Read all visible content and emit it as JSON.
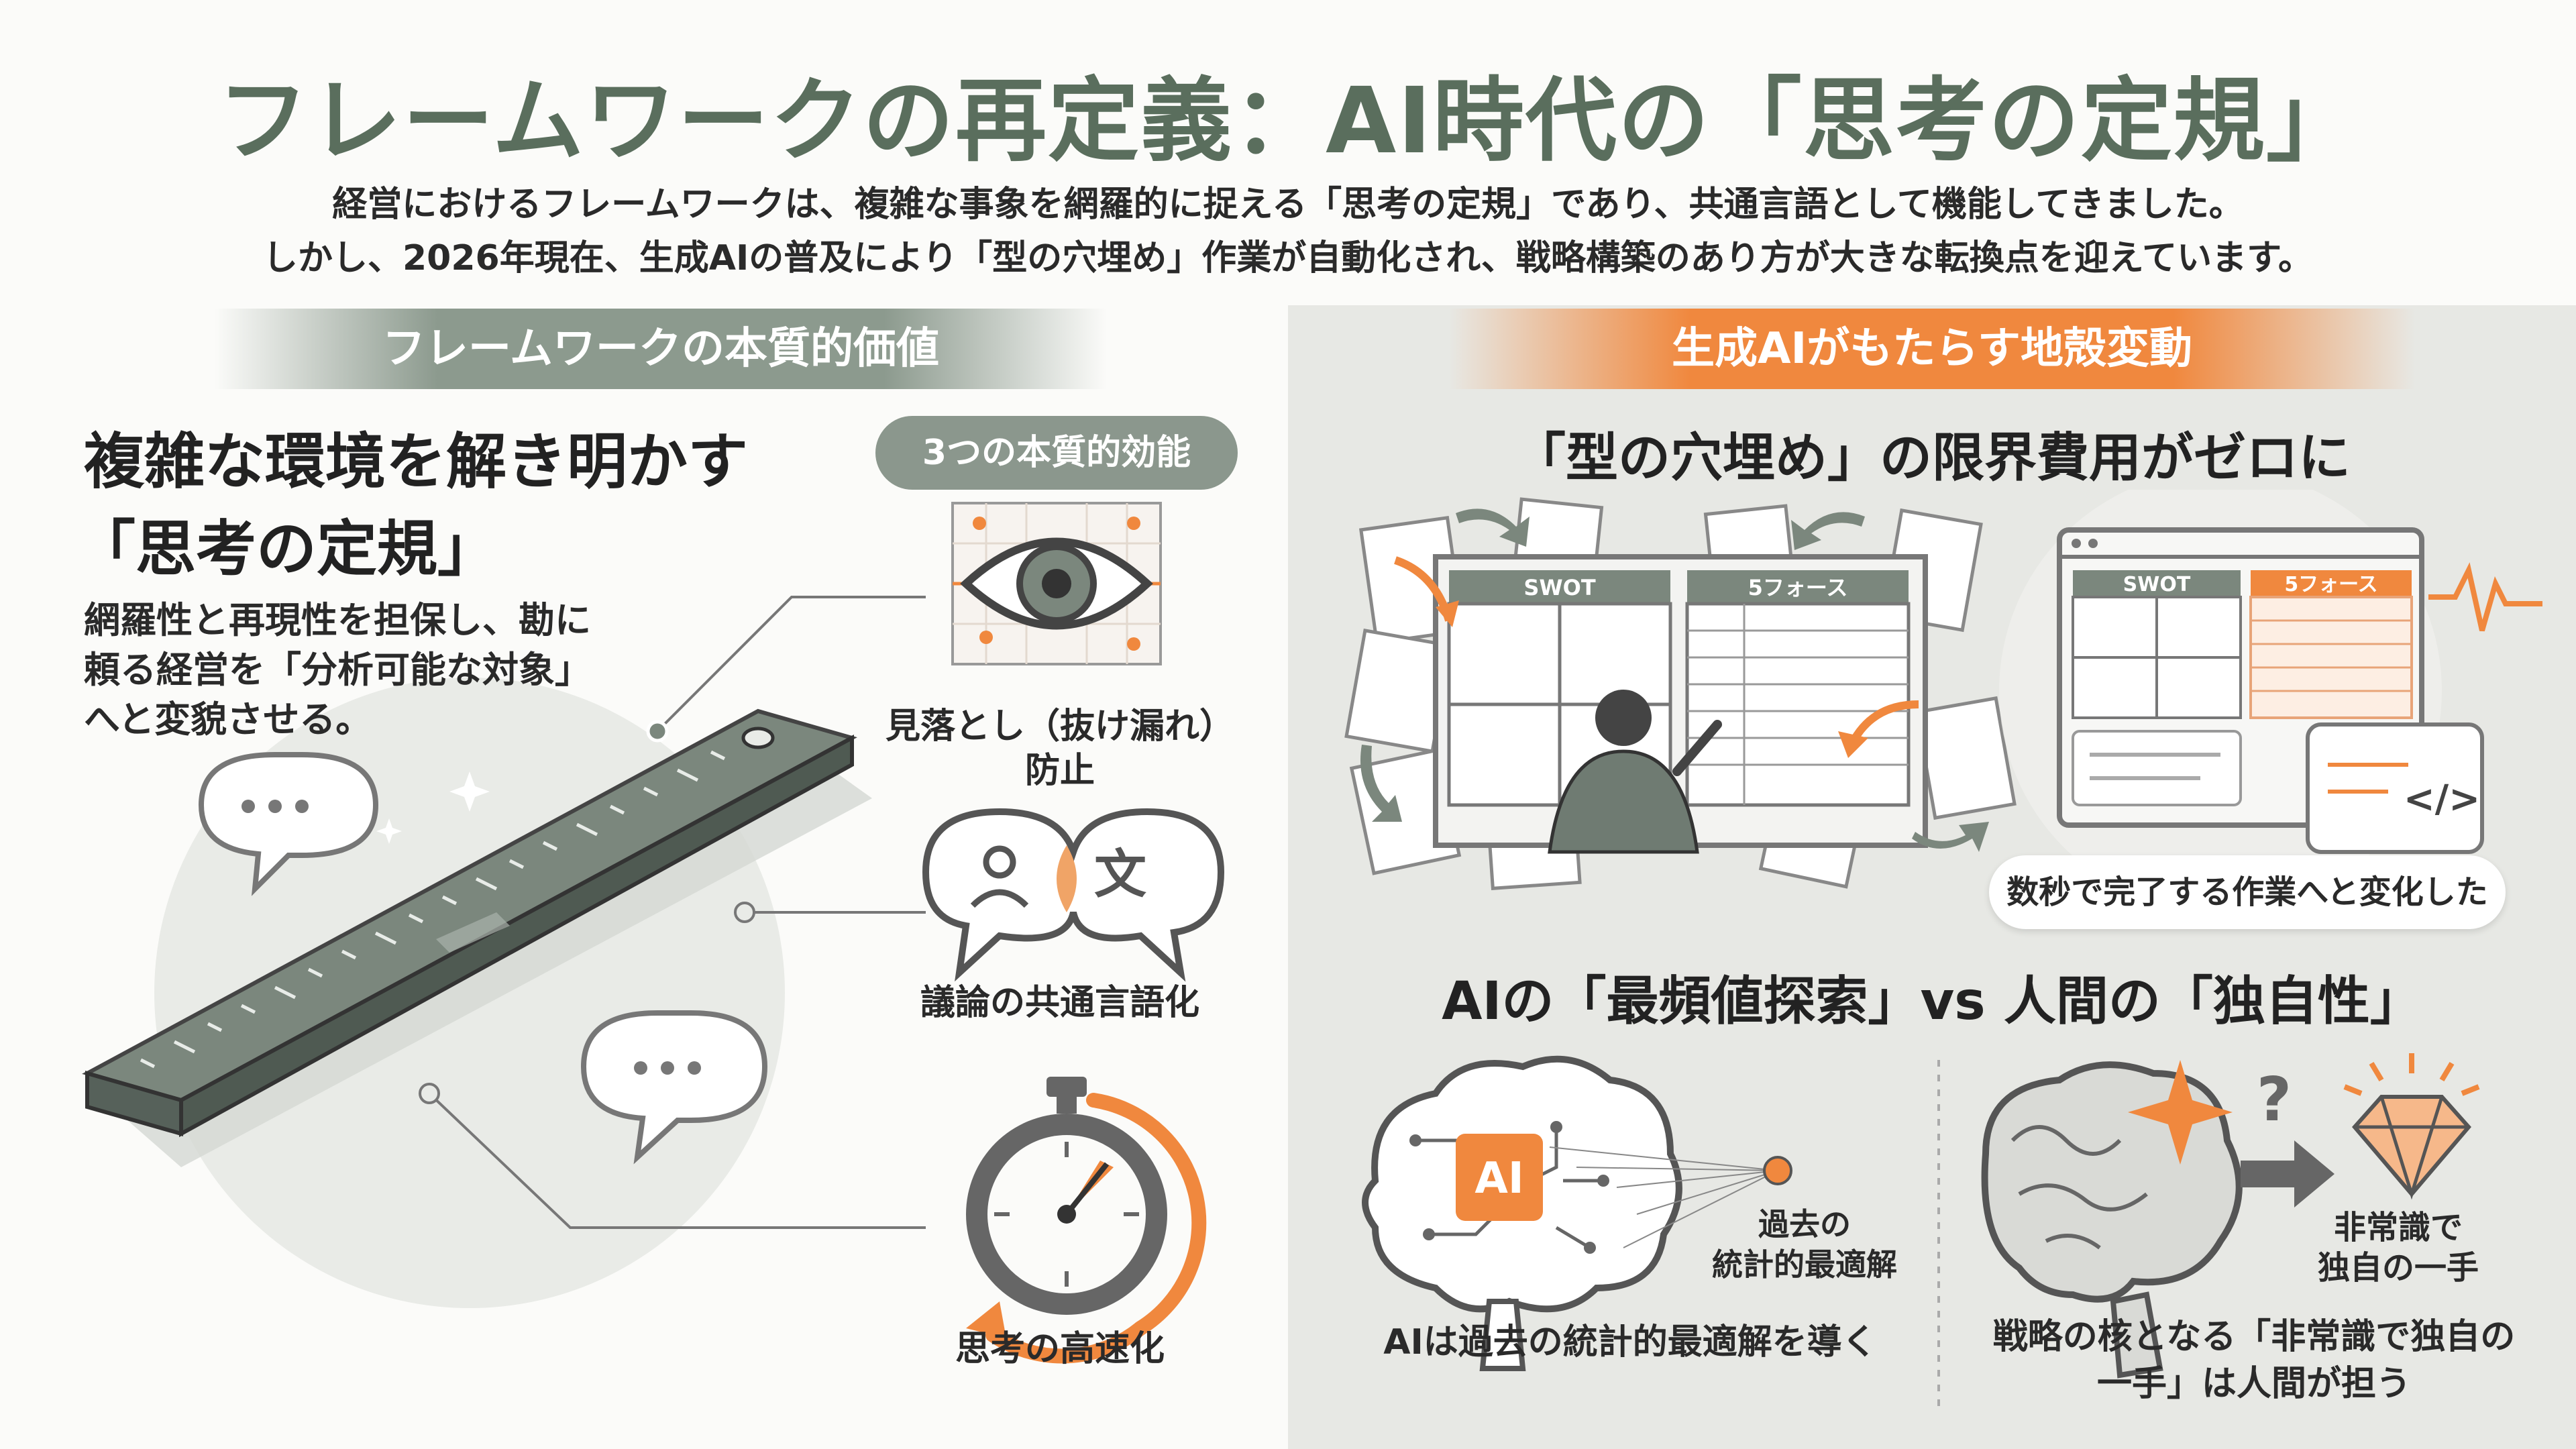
{
  "header": {
    "title": "フレームワークの再定義：AI時代の「思考の定規」",
    "subtitle_line1": "経営におけるフレームワークは、複雑な事象を網羅的に捉える「思考の定規」であり、共通言語として機能してきました。",
    "subtitle_line2": "しかし、2026年現在、生成AIの普及により「型の穴埋め」作業が自動化され、戦略構築のあり方が大きな転換点を迎えています。"
  },
  "left": {
    "band_title": "フレームワークの本質的価値",
    "heading_line1": "複雑な環境を解き明かす",
    "heading_line2": "「思考の定規」",
    "body_line1": "網羅性と再現性を担保し、勘に",
    "body_line2": "頼る経営を「分析可能な対象」",
    "body_line3": "へと変貌させる。",
    "effects_pill": "3つの本質的効能",
    "effect1_line1": "見落とし（抜け漏れ）",
    "effect1_line2": "防止",
    "effect2": "議論の共通言語化",
    "effect3": "思考の高速化",
    "effect2_icon_glyph": "文"
  },
  "right": {
    "band_title": "生成AIがもたらす地殻変動",
    "section1_heading": "「型の穴埋め」の限界費用がゼロに",
    "grid_label_swot": "SWOT",
    "grid_label_5forces": "5フォース",
    "screen_swot": "SWOT",
    "screen_5forces": "5フォース",
    "code_icon_glyph": "</>",
    "result_note": "数秒で完了する作業へと変化した",
    "section2_heading": "AIの「最頻値探索」vs 人間の「独自性」",
    "ai_chip": "AI",
    "target_label_line1": "過去の",
    "target_label_line2": "統計的最適解",
    "ai_caption": "AIは過去の統計的最適解を導く",
    "question_glyph": "?",
    "gem_label_line1": "非常識で",
    "gem_label_line2": "独自の一手",
    "human_caption_line1": "戦略の核となる「非常識で独自の",
    "human_caption_line2": "一手」は人間が担う"
  },
  "colors": {
    "sage": "#5a6e5d",
    "sage_light": "#8c9a8e",
    "orange": "#f0883e",
    "panel": "#e7e8e4"
  },
  "icons": [
    "speech-bubble-icon",
    "ruler-icon",
    "eye-icon",
    "chat-translate-icon",
    "stopwatch-icon",
    "document-icon",
    "person-icon",
    "screen-icon",
    "heartbeat-icon",
    "code-icon",
    "brain-icon",
    "target-icon",
    "sparkle-icon",
    "question-icon",
    "arrow-icon",
    "diamond-icon"
  ]
}
